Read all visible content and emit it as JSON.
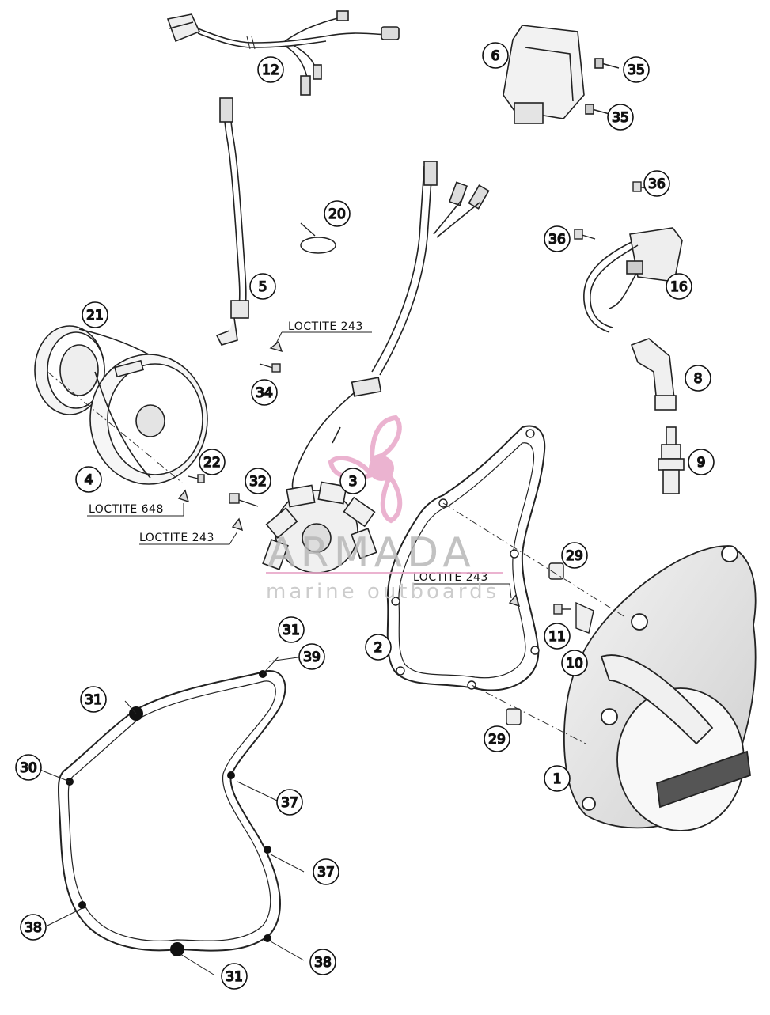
{
  "callouts": {
    "c1": "1",
    "c2": "2",
    "c3": "3",
    "c4": "4",
    "c5": "5",
    "c6": "6",
    "c8": "8",
    "c9": "9",
    "c10": "10",
    "c11": "11",
    "c12": "12",
    "c16": "16",
    "c20": "20",
    "c21": "21",
    "c22": "22",
    "c29a": "29",
    "c29b": "29",
    "c30": "30",
    "c31a": "31",
    "c31b": "31",
    "c31c": "31",
    "c32": "32",
    "c34": "34",
    "c35a": "35",
    "c35b": "35",
    "c36a": "36",
    "c36b": "36",
    "c37a": "37",
    "c37b": "37",
    "c38a": "38",
    "c38b": "38",
    "c39": "39"
  },
  "loctite": {
    "l243_top": "LOCTITE 243",
    "l648": "LOCTITE 648",
    "l243_left": "LOCTITE 243",
    "l243_mid": "LOCTITE 243"
  },
  "watermark": {
    "brand": "ARMADA",
    "tagline": "marine outboards",
    "accent_color": "#e8a6c8"
  }
}
